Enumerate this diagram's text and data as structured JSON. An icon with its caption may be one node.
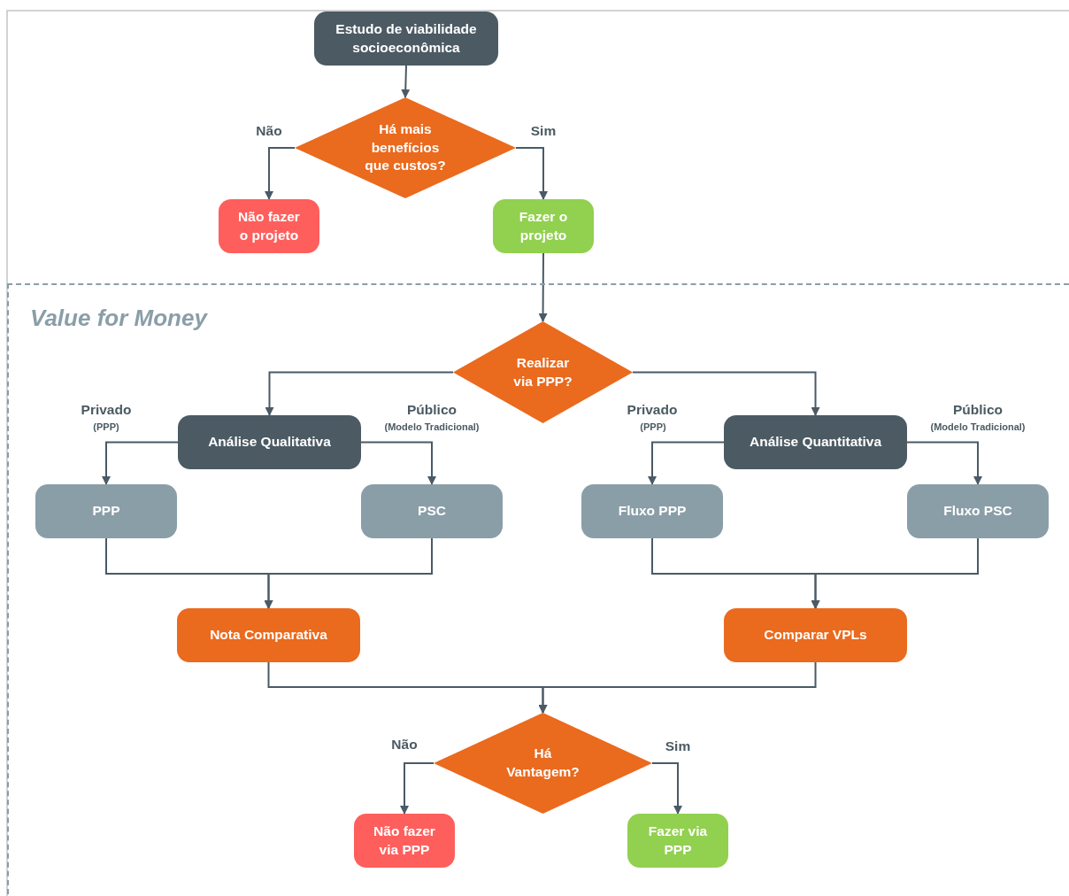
{
  "diagram": {
    "nodes": [
      {
        "text": [
          "Estudo de viabilidade socioeconômica"
        ]
      },
      {
        "text": [
          "Há mais benefícios que custos?"
        ]
      },
      {
        "text": [
          "Não fazer o projeto"
        ]
      },
      {
        "text": [
          "Fazer o projeto"
        ]
      },
      {
        "text": [
          "Value for Money"
        ]
      },
      {
        "text": [
          "Realizar via PPP?"
        ],
        "in": 4
      },
      {
        "text": [
          "Análise Qualitativa"
        ],
        "in": 4
      },
      {
        "text": [
          "Análise Quantitativa"
        ],
        "in": 4
      },
      {
        "text": [
          "PPP"
        ],
        "in": 4
      },
      {
        "text": [
          "PSC"
        ],
        "in": 4
      },
      {
        "text": [
          "Fluxo PPP"
        ],
        "in": 4
      },
      {
        "text": [
          "Fluxo PSC"
        ],
        "in": 4
      },
      {
        "text": [
          "Nota Comparativa"
        ],
        "in": 4
      },
      {
        "text": [
          "Comparar VPLs"
        ],
        "in": 4
      },
      {
        "text": [
          "Há Vantagem?"
        ],
        "in": 4
      },
      {
        "text": [
          "Não fazer via PPP"
        ],
        "in": 4
      },
      {
        "text": [
          "Fazer via PPP"
        ],
        "in": 4
      }
    ],
    "edges": [
      {
        "from": 0,
        "to": 1,
        "arrow": "to"
      },
      {
        "from": 1,
        "to": 2,
        "arrow": "to",
        "label": "Não"
      },
      {
        "from": 1,
        "to": 3,
        "arrow": "to",
        "label": "Sim"
      },
      {
        "from": 3,
        "to": 5,
        "arrow": "to"
      },
      {
        "from": 5,
        "to": 6,
        "arrow": "to"
      },
      {
        "from": 5,
        "to": 7,
        "arrow": "to"
      },
      {
        "from": 6,
        "to": 8,
        "arrow": "to",
        "label": "Privado"
      },
      {
        "from": 6,
        "to": 9,
        "arrow": "to",
        "label": "Público"
      },
      {
        "from": 7,
        "to": 10,
        "arrow": "to",
        "label": "Privado"
      },
      {
        "from": 7,
        "to": 11,
        "arrow": "to",
        "label": "Público"
      },
      {
        "from": 8,
        "to": 12,
        "arrow": "to"
      },
      {
        "from": 9,
        "to": 12,
        "arrow": "to"
      },
      {
        "from": 10,
        "to": 13,
        "arrow": "to"
      },
      {
        "from": 11,
        "to": 13,
        "arrow": "to"
      },
      {
        "from": 12,
        "to": 14,
        "arrow": "to"
      },
      {
        "from": 13,
        "to": 14,
        "arrow": "to"
      },
      {
        "from": 14,
        "to": 15,
        "arrow": "to",
        "label": "Não"
      },
      {
        "from": 14,
        "to": 16,
        "arrow": "to",
        "label": "Sim"
      }
    ],
    "labels": [
      "(PPP)",
      "(Modelo Tradicional)",
      "(PPP)",
      "(Modelo Tradicional)"
    ]
  }
}
